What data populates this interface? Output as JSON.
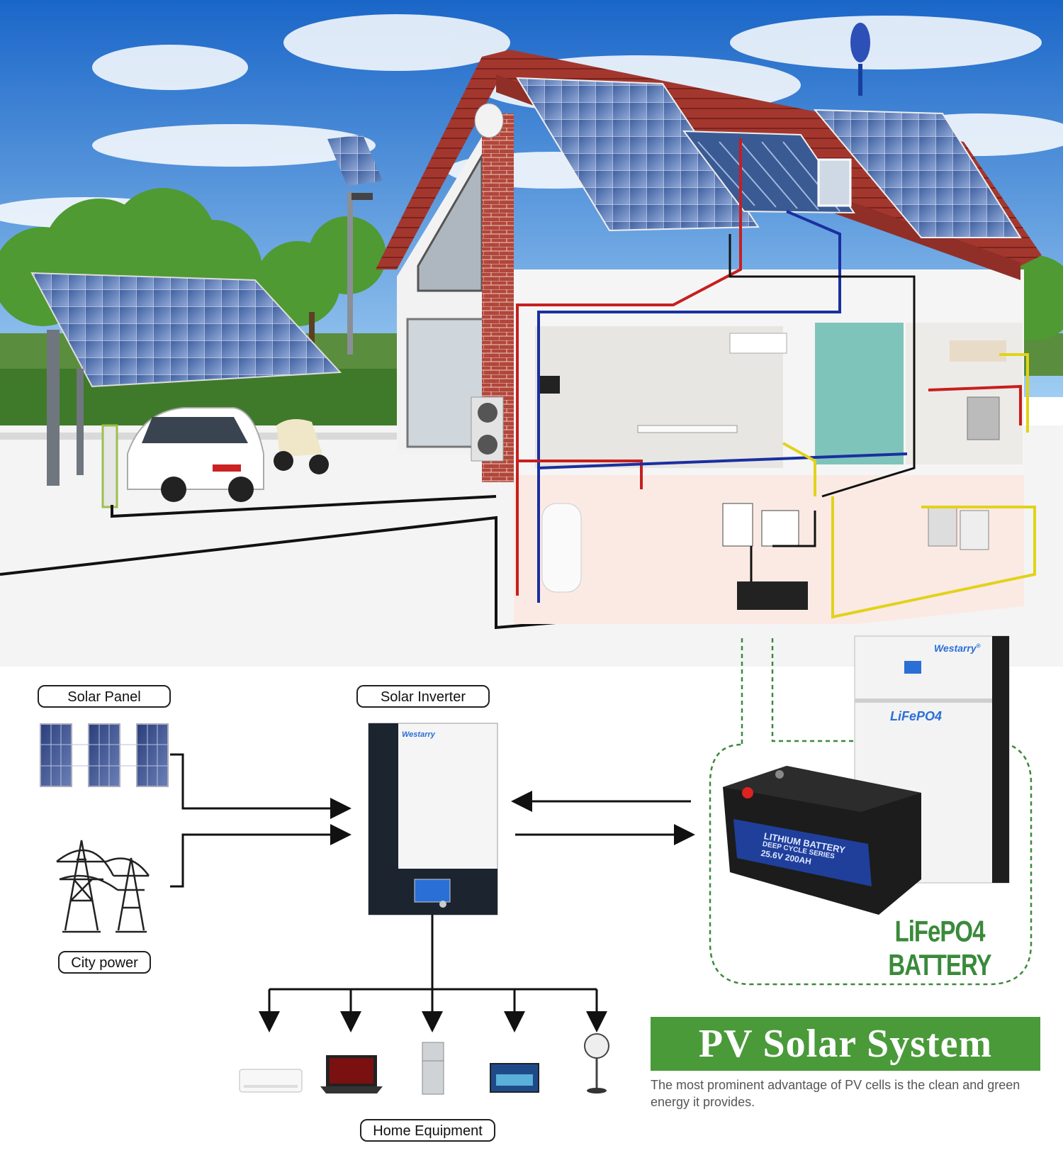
{
  "labels": {
    "solar_panel": "Solar Panel",
    "solar_inverter": "Solar Inverter",
    "city_power": "City power",
    "home_equipment": "Home Equipment"
  },
  "battery": {
    "brand": "Westarry",
    "brand_mark": "®",
    "wall_label": "LiFePO4",
    "caption": "LiFePO4 BATTERY",
    "module_text_1": "LITHIUM BATTERY",
    "module_text_2": "DEEP CYCLE SERIES",
    "module_text_3": "25.6V 200AH"
  },
  "inverter": {
    "brand": "Westarry"
  },
  "title": {
    "heading": "PV Solar System",
    "description": "The most prominent advantage of PV cells is the clean and green energy it provides."
  },
  "colors": {
    "sky_top": "#1e6fd0",
    "sky_bottom": "#8cc3f0",
    "roof": "#a8382f",
    "brick": "#b0443a",
    "banner_green": "#4a9a3a",
    "dashed_green": "#3a8a3a",
    "hot_pipe": "#c81e1e",
    "cold_pipe": "#1a2fa0",
    "ac_wire": "#e2d21a",
    "dc_wire": "#111111"
  },
  "icons": [
    "solar-panel-icon",
    "transmission-tower-icon",
    "air-conditioner-icon",
    "laptop-icon",
    "refrigerator-icon",
    "television-icon",
    "fan-icon"
  ]
}
